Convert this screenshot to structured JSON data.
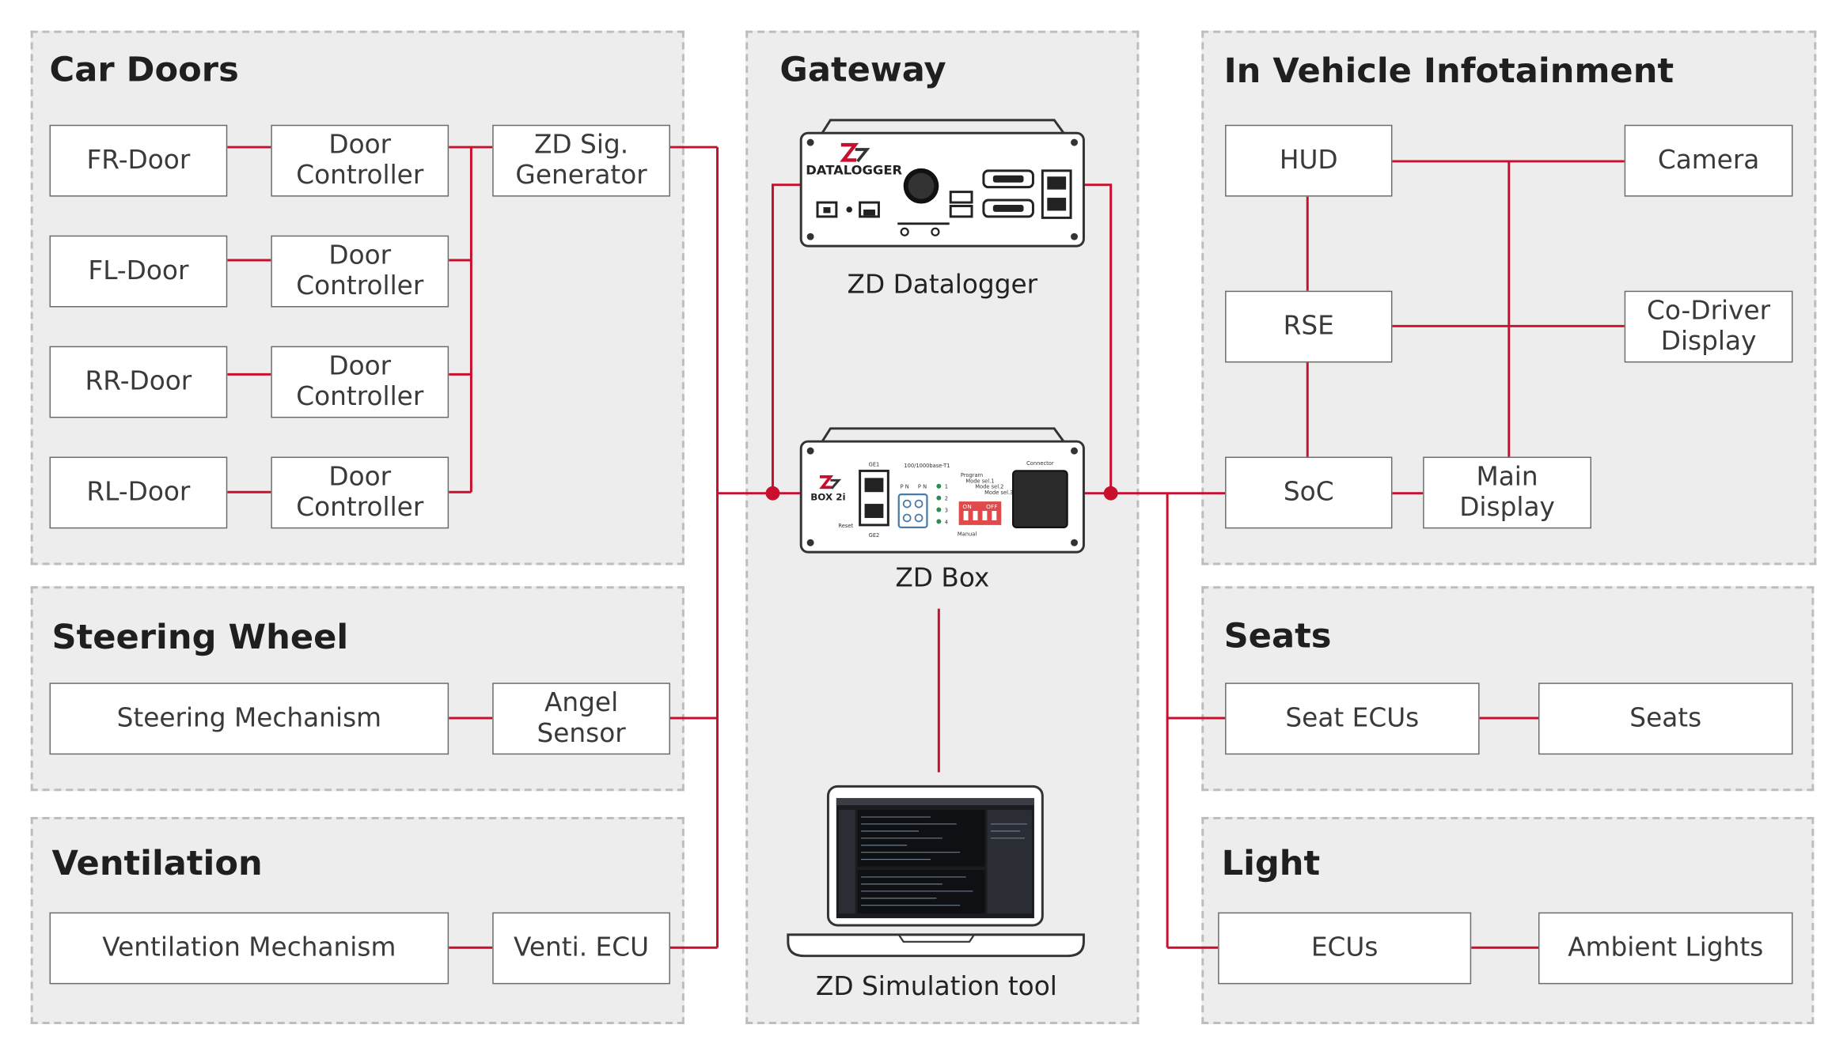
{
  "colors": {
    "accent": "#c8102e",
    "panel": "#eeeded",
    "border": "#6b6b6b"
  },
  "car_doors": {
    "title": "Car Doors",
    "doors": [
      "FR-Door",
      "FL-Door",
      "RR-Door",
      "RL-Door"
    ],
    "controller": "Door\nController",
    "sig_generator": "ZD Sig.\nGenerator"
  },
  "steering": {
    "title": "Steering Wheel",
    "mechanism": "Steering Mechanism",
    "sensor": "Angel\nSensor"
  },
  "ventilation": {
    "title": "Ventilation",
    "mechanism": "Ventilation Mechanism",
    "ecu": "Venti. ECU"
  },
  "gateway": {
    "title": "Gateway",
    "datalogger_label": "ZD Datalogger",
    "datalogger_text": "DATALOGGER",
    "box_label": "ZD Box",
    "box_text": "BOX 2i",
    "box_ports": [
      "GE1",
      "GE2",
      "Reset",
      "Connector",
      "ON",
      "OFF",
      "P N",
      "P N",
      "1",
      "2",
      "3",
      "4",
      "Manual",
      "Program",
      "Mode sel.1",
      "Mode sel.2",
      "Mode sel.3",
      "100/1000base-T1"
    ],
    "sim_label": "ZD Simulation tool"
  },
  "ivi": {
    "title": "In Vehicle Infotainment",
    "hud": "HUD",
    "camera": "Camera",
    "rse": "RSE",
    "codriver": "Co-Driver\nDisplay",
    "soc": "SoC",
    "main_display": "Main\nDisplay"
  },
  "seats": {
    "title": "Seats",
    "ecus": "Seat ECUs",
    "seats": "Seats"
  },
  "light": {
    "title": "Light",
    "ecus": "ECUs",
    "ambient": "Ambient Lights"
  },
  "icons": [
    "zd-logo-icon",
    "laptop-icon",
    "rj45-port-icon",
    "usb-port-icon",
    "db9-port-icon"
  ]
}
